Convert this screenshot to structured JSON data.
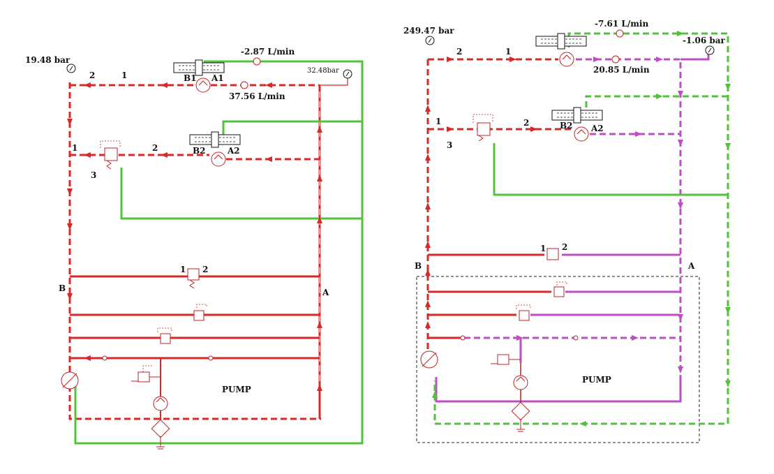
{
  "diagrams": [
    {
      "id": "left",
      "gauge_left": "19.48 bar",
      "gauge_right": "32.48bar",
      "flow_top": "-2.87 L/min",
      "flow_bottom": "37.56 L/min",
      "port_B1": "B1",
      "port_A1": "A1",
      "port_B2": "B2",
      "port_A2": "A2",
      "label_1a": "1",
      "label_2a": "2",
      "label_1b": "1",
      "label_2b": "2",
      "label_3": "3",
      "relief_1": "1",
      "relief_2": "2",
      "label_B": "B",
      "label_A": "A",
      "pump": "PUMP"
    },
    {
      "id": "right",
      "gauge_left": "249.47 bar",
      "gauge_right": "-1.06 bar",
      "flow_top": "-7.61 L/min",
      "flow_bottom": "20.85 L/min",
      "port_B2": "B2",
      "port_A2": "A2",
      "label_2a": "2",
      "label_1a": "1",
      "label_1b": "1",
      "label_2b": "2",
      "label_3": "3",
      "relief_1": "1",
      "relief_2": "2",
      "label_B": "B",
      "label_A": "A",
      "pump": "PUMP"
    }
  ],
  "colors": {
    "red_line": "#d42a2a",
    "magenta_line": "#c04cc8",
    "green_line": "#52c23a",
    "component": "#c22020",
    "enclosure": "#222222"
  }
}
